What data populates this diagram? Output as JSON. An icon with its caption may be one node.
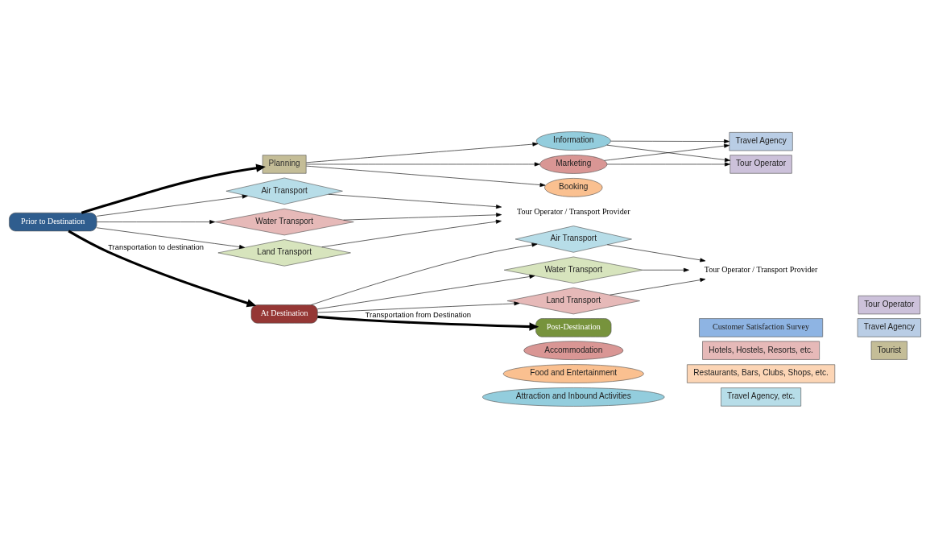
{
  "diagram": {
    "nodes": [
      {
        "text": [
          "Prior to Destination"
        ]
      },
      {
        "text": [
          "Planning"
        ]
      },
      {
        "text": [
          "Marketing"
        ]
      },
      {
        "text": [
          "Booking"
        ]
      },
      {
        "text": [
          "Information"
        ]
      },
      {
        "text": [
          "Tour Operator"
        ]
      },
      {
        "text": [
          "Travel Agency"
        ]
      },
      {
        "text": [
          "Air Transport"
        ]
      },
      {
        "text": [
          "Water Transport"
        ]
      },
      {
        "text": [
          "Land Transport"
        ]
      },
      {
        "text": [
          "Tour Operator / Transport Provider"
        ]
      },
      {
        "text": [
          "At Destination"
        ]
      },
      {
        "text": [
          "Accommodation"
        ]
      },
      {
        "text": [
          "Food and Entertainment"
        ]
      },
      {
        "text": [
          "Attraction and Inbound Activities"
        ]
      },
      {
        "text": [
          "Hotels, Hostels, Resorts, etc."
        ]
      },
      {
        "text": [
          "Restaurants, Bars, Clubs, Shops, etc."
        ]
      },
      {
        "text": [
          "Travel Agency, etc."
        ]
      },
      {
        "text": [
          "Air Transport"
        ]
      },
      {
        "text": [
          "Water Transport"
        ]
      },
      {
        "text": [
          "Land Transport"
        ]
      },
      {
        "text": [
          "Tour Operator / Transport Provider"
        ]
      },
      {
        "text": [
          "Post-Destination"
        ]
      },
      {
        "text": [
          "Customer Satisfaction Survey"
        ]
      },
      {
        "text": [
          "Tour Operator"
        ]
      },
      {
        "text": [
          "Travel Agency"
        ]
      },
      {
        "text": [
          "Tourist"
        ]
      }
    ],
    "edges": [
      {
        "from": 0,
        "to": 1,
        "arrow": "to",
        "style": "thick"
      },
      {
        "from": 0,
        "to": 11,
        "arrow": "to",
        "style": "thick",
        "label": "Transportation to destination"
      },
      {
        "from": 0,
        "to": 7,
        "arrow": "to"
      },
      {
        "from": 0,
        "to": 8,
        "arrow": "to"
      },
      {
        "from": 0,
        "to": 9,
        "arrow": "to"
      },
      {
        "from": 7,
        "to": 10,
        "arrow": "to"
      },
      {
        "from": 8,
        "to": 10,
        "arrow": "to"
      },
      {
        "from": 9,
        "to": 10,
        "arrow": "to"
      },
      {
        "from": 1,
        "to": 2,
        "arrow": "to"
      },
      {
        "from": 1,
        "to": 3,
        "arrow": "to"
      },
      {
        "from": 1,
        "to": 4,
        "arrow": "to"
      },
      {
        "from": 2,
        "to": 5,
        "arrow": "to"
      },
      {
        "from": 2,
        "to": 6,
        "arrow": "to"
      },
      {
        "from": 4,
        "to": 5,
        "arrow": "to"
      },
      {
        "from": 4,
        "to": 6,
        "arrow": "to"
      },
      {
        "from": 11,
        "to": 22,
        "arrow": "to",
        "style": "thick",
        "label": "Transportation from Destination"
      },
      {
        "from": 11,
        "to": 18,
        "arrow": "to"
      },
      {
        "from": 11,
        "to": 19,
        "arrow": "to"
      },
      {
        "from": 11,
        "to": 20,
        "arrow": "to"
      },
      {
        "from": 18,
        "to": 21,
        "arrow": "to"
      },
      {
        "from": 19,
        "to": 21,
        "arrow": "to"
      },
      {
        "from": 20,
        "to": 21,
        "arrow": "to"
      }
    ]
  }
}
